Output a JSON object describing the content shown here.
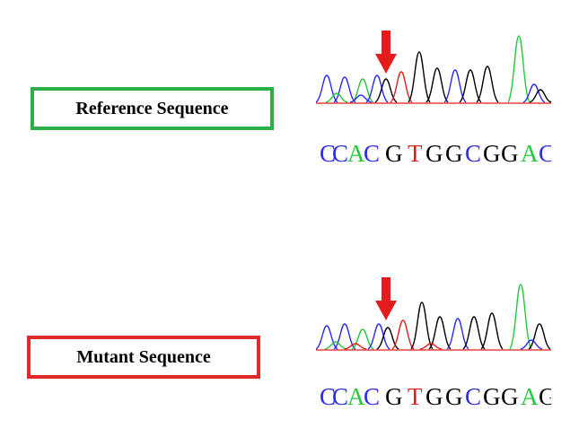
{
  "colors": {
    "A": "#22c93a",
    "C": "#2a2af0",
    "G": "#000000",
    "T": "#e51c1c",
    "baseline": "#e51c1c",
    "arrow": "#e51c1c",
    "reference_border": "#2ab044",
    "mutant_border": "#e02a2a"
  },
  "reference": {
    "label": "Reference Sequence",
    "bases": [
      "C",
      "C",
      "A",
      "C",
      "G",
      "T",
      "G",
      "G",
      "C",
      "G",
      "G",
      "A",
      "C"
    ]
  },
  "mutant": {
    "label": "Mutant Sequence",
    "bases": [
      "C",
      "C",
      "A",
      "C",
      "G",
      "T",
      "G",
      "G",
      "C",
      "G",
      "G",
      "A",
      "G"
    ]
  },
  "icons": {
    "mutation_marker": "down-arrow-icon"
  }
}
